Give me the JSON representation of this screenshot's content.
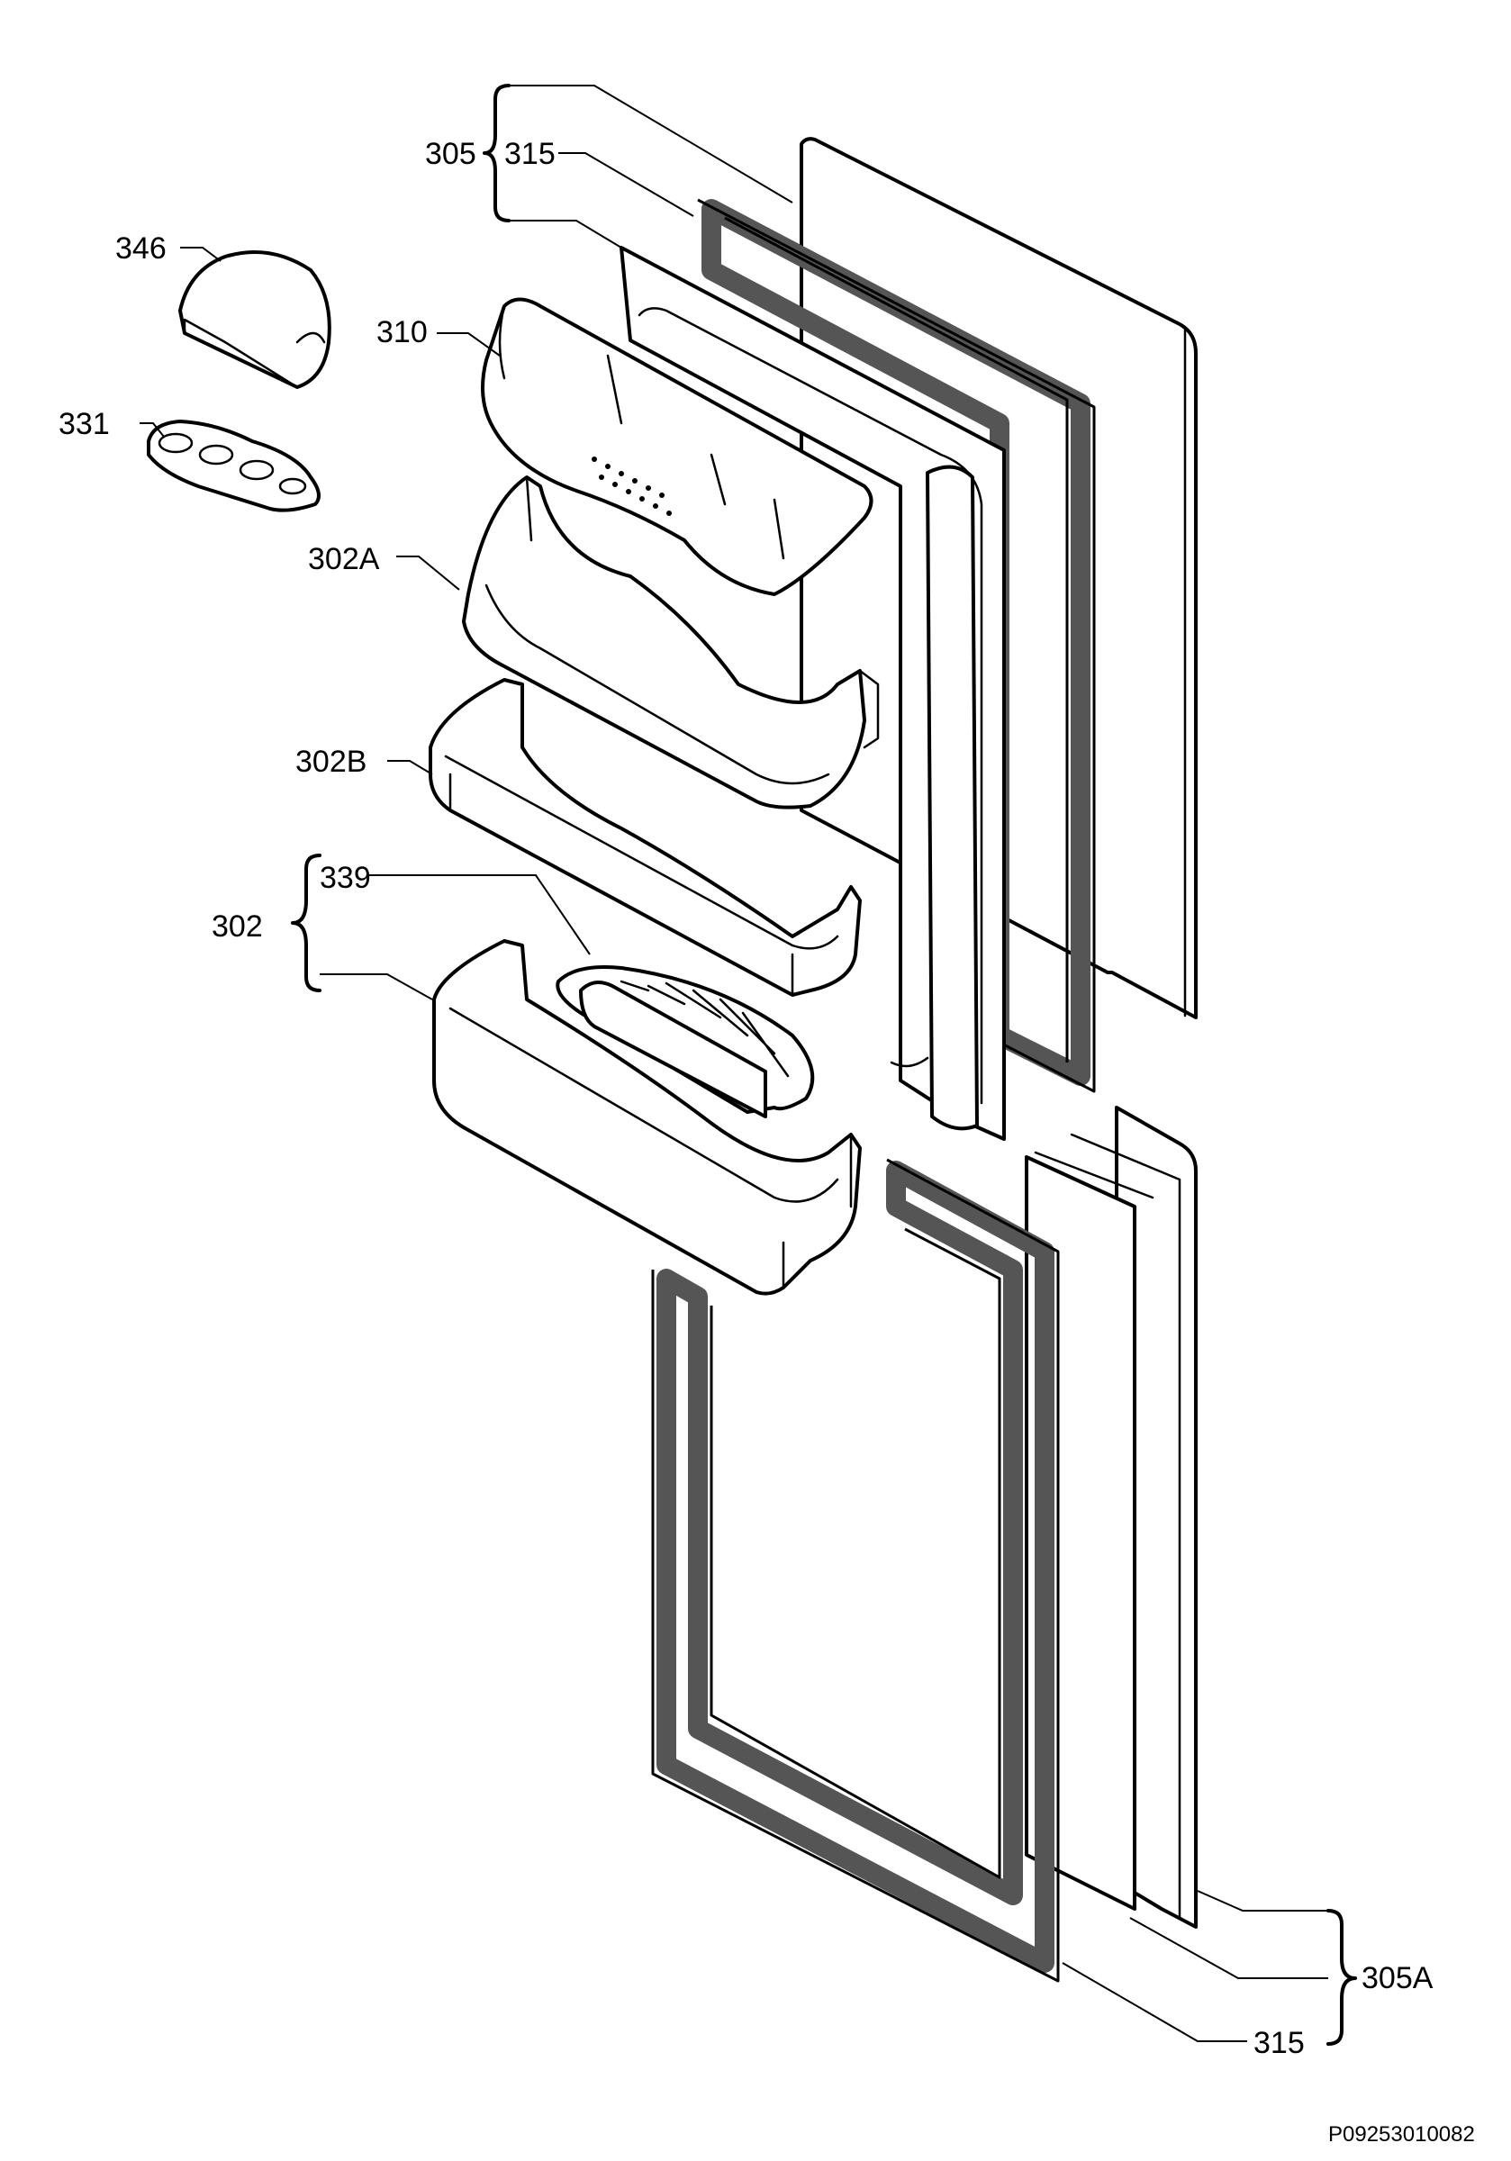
{
  "labels": {
    "l305": "305",
    "l315_top": "315",
    "l346": "346",
    "l310": "310",
    "l331": "331",
    "l302A": "302A",
    "l302B": "302B",
    "l339": "339",
    "l302": "302",
    "l305A": "305A",
    "l315_bottom": "315"
  },
  "footer": {
    "drawing_code": "P09253010082"
  }
}
